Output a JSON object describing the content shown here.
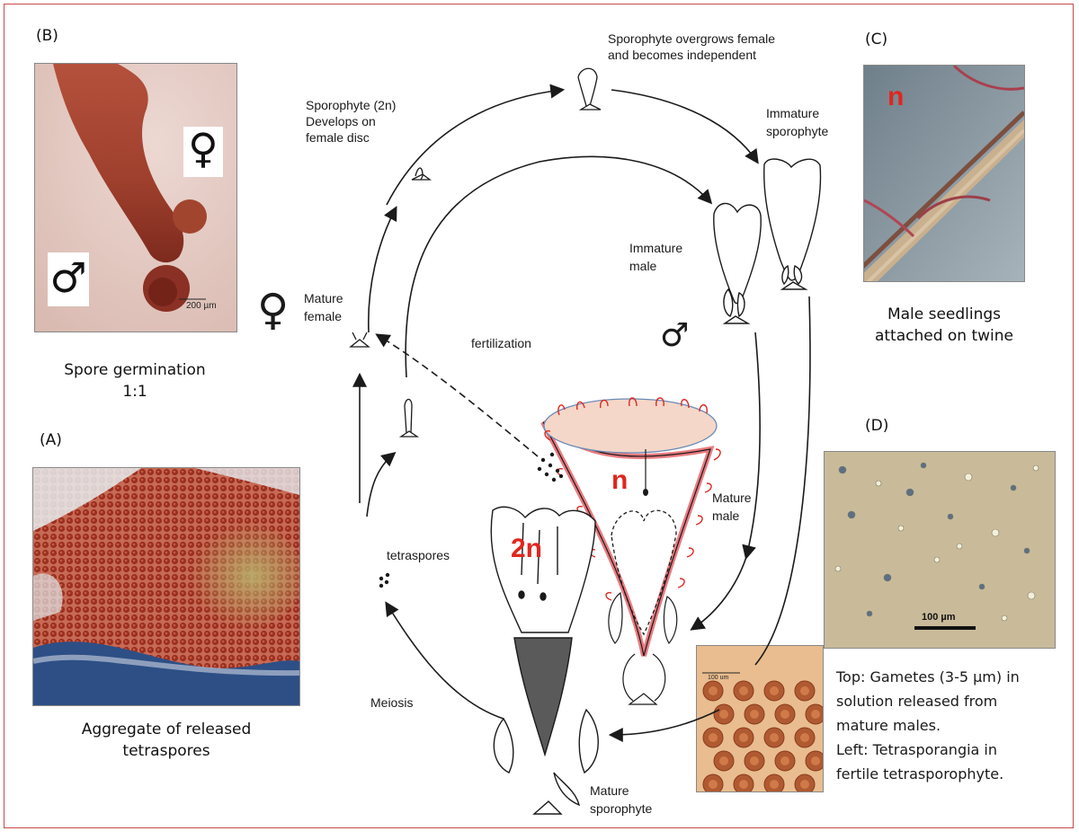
{
  "panels": {
    "b": {
      "letter": "(B)",
      "caption_line1": "Spore germination",
      "caption_line2": "1:1",
      "scale_label": "200 µm",
      "female_symbol": "♀",
      "male_symbol": "♂"
    },
    "a": {
      "letter": "(A)",
      "caption_line1": "Aggregate of released",
      "caption_line2": "tetraspores"
    },
    "c": {
      "letter": "(C)",
      "ploidy": "n",
      "caption_line1": "Male seedlings",
      "caption_line2": "attached on twine"
    },
    "d": {
      "letter": "(D)",
      "scale_label": "100 µm"
    },
    "inset": {
      "scale_label": "100 um"
    }
  },
  "cycle": {
    "sporophyte_develops_1": "Sporophyte (2n)",
    "sporophyte_develops_2": "Develops on",
    "sporophyte_develops_3": "female disc",
    "overgrows_1": "Sporophyte overgrows female",
    "overgrows_2": "and becomes independent",
    "immature_sporophyte_1": "Immature",
    "immature_sporophyte_2": "sporophyte",
    "immature_male_1": "Immature",
    "immature_male_2": "male",
    "mature_female_1": "Mature",
    "mature_female_2": "female",
    "female_symbol": "♀",
    "male_symbol": "♂",
    "fertilization": "fertilization",
    "tetraspores": "tetraspores",
    "meiosis": "Meiosis",
    "mature_male_1": "Mature",
    "mature_male_2": "male",
    "mature_sporophyte_1": "Mature",
    "mature_sporophyte_2": "sporophyte",
    "ploidy_2n": "2n",
    "ploidy_n": "n"
  },
  "notes": {
    "line1": "Top: Gametes (3-5 µm) in",
    "line2": "solution released from",
    "line3": "mature males.",
    "line4": "Left: Tetrasporangia in",
    "line5": "fertile tetrasporophyte."
  },
  "colors": {
    "frame": "#c9484a",
    "red_label": "#e0261f",
    "ink": "#1a1a1a"
  }
}
